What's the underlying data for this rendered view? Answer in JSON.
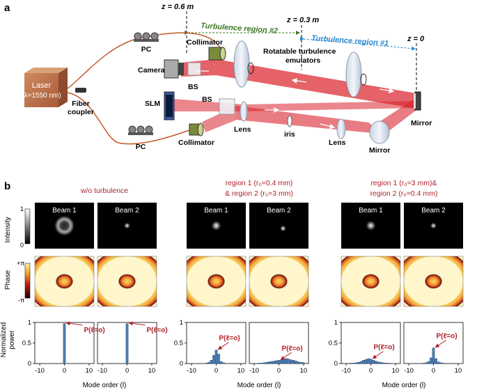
{
  "panel_a": {
    "label": "a",
    "z_labels": [
      "z = 0.6 m",
      "z = 0.3 m",
      "z = 0"
    ],
    "regions": [
      "Turbulence region #2",
      "Turbulence region #1"
    ],
    "laser": [
      "Laser",
      "(λ=1550 nm)"
    ],
    "fiber_coupler": [
      "Fiber",
      "coupler"
    ],
    "pc_top": "PC",
    "pc_bottom": "PC",
    "collimator_top": "Collimator",
    "collimator_bottom": "Collimator",
    "camera": "Camera",
    "bs_top": "BS",
    "bs_bottom": "BS",
    "slm": "SLM",
    "lens_left": "Lens",
    "lens_right": "Lens",
    "iris": "iris",
    "mirror_right": "Mirror",
    "mirror_bottom": "Mirror",
    "emulators": [
      "Rotatable turbulence",
      "emulators"
    ],
    "colors": {
      "beam": "#d9252e",
      "region2": "#3c7a23",
      "region1": "#2a8ad0",
      "fiber": "#c05a28",
      "laser": "#c0734c"
    }
  },
  "panel_b": {
    "label": "b",
    "condition_titles": [
      [
        "w/o turbulence"
      ],
      [
        "region 1 (r₀=0.4 mm)",
        "& region 2 (r₀=3 mm)"
      ],
      [
        "region 1 (r₀=3 mm)&",
        "region 2 (r₀=0.4 mm)"
      ]
    ],
    "beam_labels": [
      "Beam 1",
      "Beam 2"
    ],
    "intensity_axis": {
      "label": "Intensity",
      "max": "1",
      "min": "0"
    },
    "phase_axis": {
      "label": "Phase",
      "max": "+π",
      "min": "-π"
    },
    "power_axis": {
      "label": [
        "Normalized",
        "power"
      ],
      "ticks": [
        "1",
        "0.5",
        "0"
      ]
    },
    "x_ticks": [
      "-10",
      "0",
      "10"
    ],
    "xlabel": "Mode order (l)",
    "p_label": "P(ℓ=o)",
    "title_color": "#b0202a"
  },
  "chart_data": [
    {
      "type": "bar",
      "title": "w/o turbulence — Beam 1",
      "x": [
        -10,
        -9,
        -8,
        -7,
        -6,
        -5,
        -4,
        -3,
        -2,
        -1,
        0,
        1,
        2,
        3,
        4,
        5,
        6,
        7,
        8,
        9,
        10
      ],
      "values": [
        0,
        0,
        0,
        0,
        0,
        0,
        0,
        0,
        0,
        0,
        0.97,
        0,
        0,
        0,
        0,
        0,
        0,
        0,
        0,
        0,
        0
      ],
      "ylim": [
        0,
        1
      ],
      "xlabel": "Mode order (l)",
      "ylabel": "Normalized power"
    },
    {
      "type": "bar",
      "title": "w/o turbulence — Beam 2",
      "x": [
        -10,
        -9,
        -8,
        -7,
        -6,
        -5,
        -4,
        -3,
        -2,
        -1,
        0,
        1,
        2,
        3,
        4,
        5,
        6,
        7,
        8,
        9,
        10
      ],
      "values": [
        0,
        0,
        0,
        0,
        0,
        0,
        0,
        0,
        0,
        0,
        0.97,
        0,
        0,
        0,
        0,
        0,
        0,
        0,
        0,
        0,
        0
      ],
      "ylim": [
        0,
        1
      ],
      "xlabel": "Mode order (l)",
      "ylabel": "Normalized power"
    },
    {
      "type": "bar",
      "title": "region 1 (r₀=0.4 mm) & region 2 (r₀=3 mm) — Beam 1",
      "x": [
        -10,
        -9,
        -8,
        -7,
        -6,
        -5,
        -4,
        -3,
        -2,
        -1,
        0,
        1,
        2,
        3,
        4,
        5,
        6,
        7,
        8,
        9,
        10
      ],
      "values": [
        0,
        0,
        0,
        0,
        0,
        0,
        0.01,
        0.03,
        0.08,
        0.2,
        0.33,
        0.23,
        0.05,
        0.02,
        0,
        0,
        0,
        0,
        0,
        0,
        0
      ],
      "ylim": [
        0,
        1
      ],
      "xlabel": "Mode order (l)",
      "ylabel": "Normalized power"
    },
    {
      "type": "bar",
      "title": "region 1 (r₀=0.4 mm) & region 2 (r₀=3 mm) — Beam 2",
      "x": [
        -10,
        -9,
        -8,
        -7,
        -6,
        -5,
        -4,
        -3,
        -2,
        -1,
        0,
        1,
        2,
        3,
        4,
        5,
        6,
        7,
        8,
        9,
        10
      ],
      "values": [
        0,
        0,
        0.01,
        0.01,
        0.02,
        0.03,
        0.04,
        0.05,
        0.06,
        0.07,
        0.08,
        0.09,
        0.1,
        0.12,
        0.11,
        0.09,
        0.08,
        0.06,
        0.04,
        0.03,
        0.02
      ],
      "ylim": [
        0,
        1
      ],
      "xlabel": "Mode order (l)",
      "ylabel": "Normalized power"
    },
    {
      "type": "bar",
      "title": "region 1 (r₀=3 mm)& region 2 (r₀=0.4 mm) — Beam 1",
      "x": [
        -10,
        -9,
        -8,
        -7,
        -6,
        -5,
        -4,
        -3,
        -2,
        -1,
        0,
        1,
        2,
        3,
        4,
        5,
        6,
        7,
        8,
        9,
        10
      ],
      "values": [
        0,
        0,
        0.01,
        0.01,
        0.02,
        0.03,
        0.05,
        0.08,
        0.1,
        0.12,
        0.11,
        0.08,
        0.06,
        0.04,
        0.03,
        0.02,
        0.01,
        0.01,
        0,
        0,
        0
      ],
      "ylim": [
        0,
        1
      ],
      "xlabel": "Mode order (l)",
      "ylabel": "Normalized power"
    },
    {
      "type": "bar",
      "title": "region 1 (r₀=3 mm)& region 2 (r₀=0.4 mm) — Beam 2",
      "x": [
        -10,
        -9,
        -8,
        -7,
        -6,
        -5,
        -4,
        -3,
        -2,
        -1,
        0,
        1,
        2,
        3,
        4,
        5,
        6,
        7,
        8,
        9,
        10
      ],
      "values": [
        0,
        0,
        0,
        0,
        0,
        0,
        0.01,
        0.02,
        0.05,
        0.14,
        0.38,
        0.12,
        0.04,
        0.02,
        0.01,
        0,
        0,
        0,
        0,
        0,
        0
      ],
      "ylim": [
        0,
        1
      ],
      "xlabel": "Mode order (l)",
      "ylabel": "Normalized power"
    }
  ]
}
